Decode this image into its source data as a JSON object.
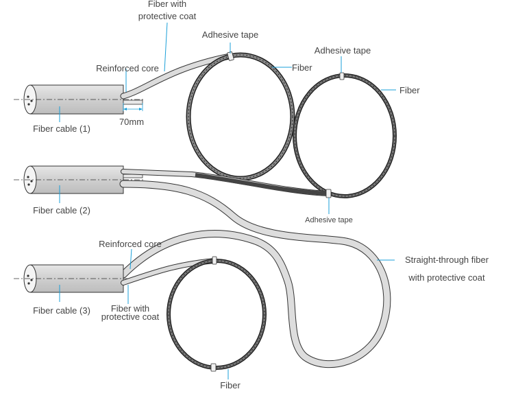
{
  "labels": {
    "fiber_with_coat_top_1": "Fiber with",
    "fiber_with_coat_top_2": "protective coat",
    "adhesive_tape_1": "Adhesive tape",
    "adhesive_tape_2": "Adhesive tape",
    "adhesive_tape_3": "Adhesive tape",
    "reinforced_core_1": "Reinforced core",
    "reinforced_core_2": "Reinforced core",
    "fiber_1": "Fiber",
    "fiber_2": "Fiber",
    "fiber_3": "Fiber",
    "length": "70mm",
    "cable_1": "Fiber cable (1)",
    "cable_2": "Fiber cable (2)",
    "cable_3": "Fiber cable (3)",
    "straight_through_1": "Straight-through fiber",
    "straight_through_2": "with protective coat",
    "fiber_with_coat_bottom_1": "Fiber with",
    "fiber_with_coat_bottom_2": "protective coat"
  },
  "colors": {
    "accent": "#1a9fd8",
    "cable_fill": "#d4d4d4",
    "coat_fill": "#d8d8d8",
    "fiber_line": "#222222",
    "text": "#444444"
  }
}
